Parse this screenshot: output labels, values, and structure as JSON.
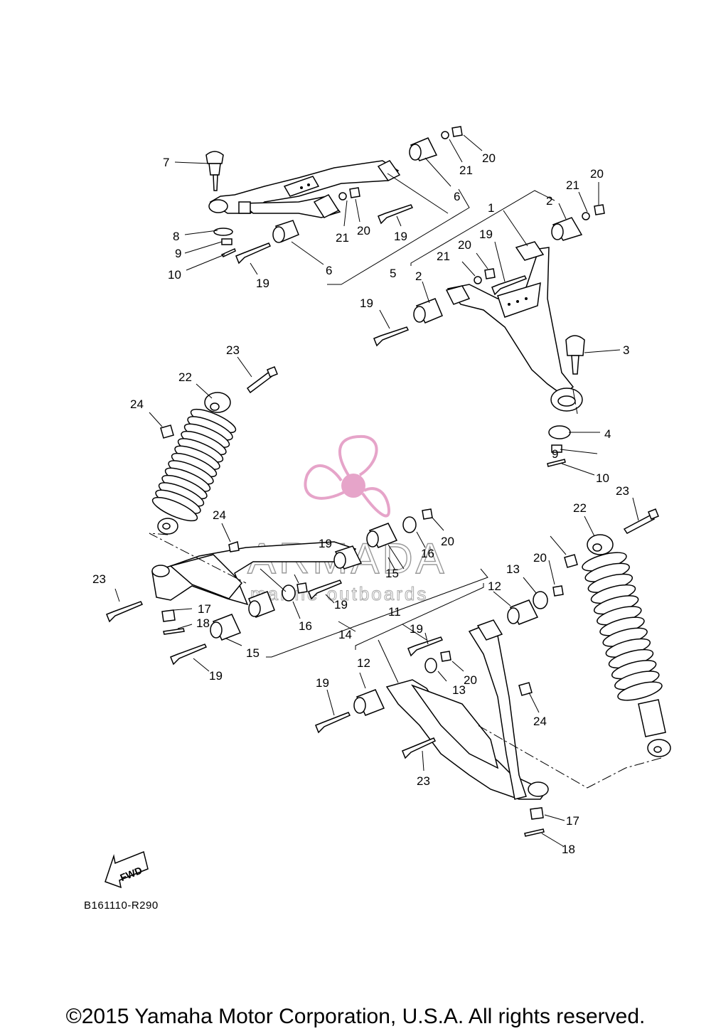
{
  "diagram": {
    "code": "B161110-R290",
    "copyright": "©2015 Yamaha Motor Corporation, U.S.A. All rights reserved.",
    "fwd_label": "FWD",
    "watermark": {
      "title": "ARMADA",
      "subtitle": "marine outboards",
      "color": "#e6a4c9"
    },
    "callouts": [
      "1",
      "2",
      "2",
      "3",
      "4",
      "5",
      "6",
      "6",
      "7",
      "8",
      "9",
      "9",
      "10",
      "10",
      "11",
      "12",
      "12",
      "13",
      "13",
      "14",
      "15",
      "15",
      "16",
      "16",
      "17",
      "17",
      "18",
      "18",
      "19",
      "19",
      "19",
      "19",
      "19",
      "19",
      "19",
      "19",
      "19",
      "20",
      "20",
      "20",
      "20",
      "20",
      "20",
      "20",
      "21",
      "21",
      "21",
      "21",
      "22",
      "22",
      "23",
      "23",
      "23",
      "23",
      "24",
      "24",
      "24"
    ]
  }
}
